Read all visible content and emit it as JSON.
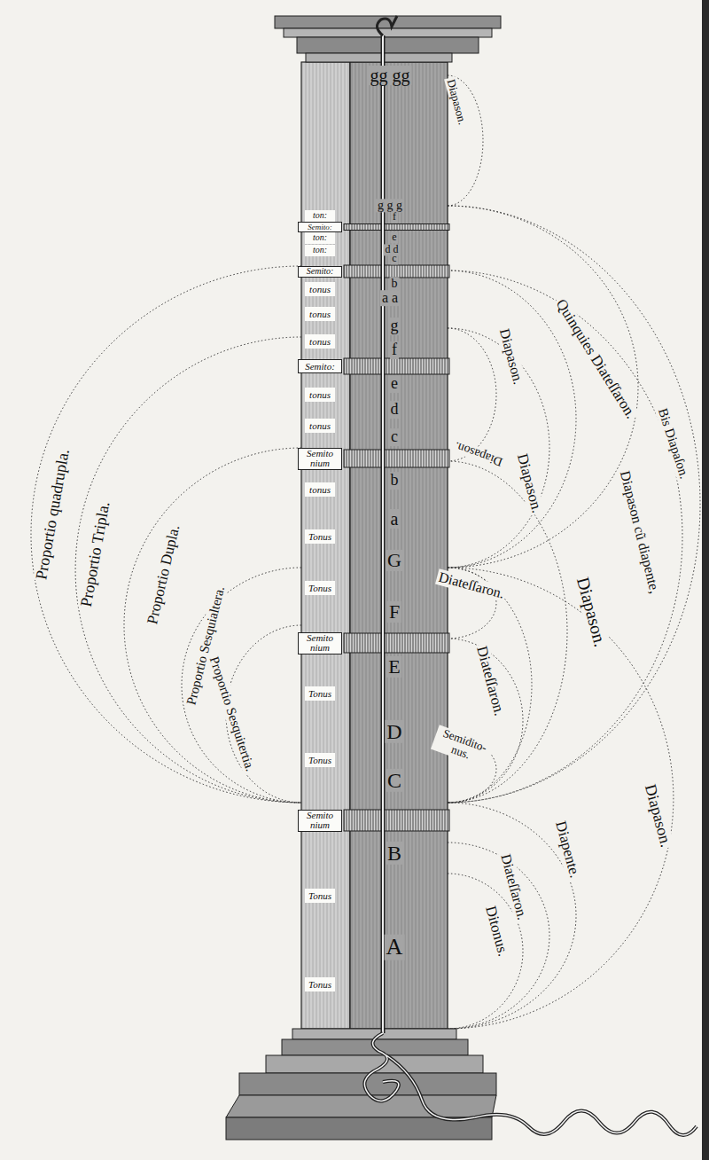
{
  "diagram": {
    "nodes": [
      {
        "text": [
          "ton:"
        ]
      },
      {
        "text": [
          "Semito:"
        ]
      },
      {
        "text": [
          "ton:"
        ]
      },
      {
        "text": [
          "ton:"
        ]
      },
      {
        "text": [
          "Semito:"
        ]
      },
      {
        "text": [
          "tonus"
        ]
      },
      {
        "text": [
          "tonus"
        ]
      },
      {
        "text": [
          "tonus"
        ]
      },
      {
        "text": [
          "Semito:"
        ]
      },
      {
        "text": [
          "tonus"
        ]
      },
      {
        "text": [
          "tonus"
        ]
      },
      {
        "text": [
          "Semito nium"
        ]
      },
      {
        "text": [
          "tonus"
        ]
      },
      {
        "text": [
          "Tonus"
        ]
      },
      {
        "text": [
          "Tonus"
        ]
      },
      {
        "text": [
          "Semito nium"
        ]
      },
      {
        "text": [
          "Tonus"
        ]
      },
      {
        "text": [
          "Tonus"
        ]
      },
      {
        "text": [
          "Semito nium"
        ]
      },
      {
        "text": [
          "Tonus"
        ]
      },
      {
        "text": [
          "Tonus"
        ]
      }
    ],
    "labels": [
      "gg gg",
      "g g g",
      "f",
      "e",
      "d d",
      "c",
      "b",
      "a a",
      "g",
      "f",
      "e",
      "d",
      "c",
      "b",
      "a",
      "G",
      "F",
      "E",
      "D",
      "C",
      "B",
      "A",
      "Diapason.",
      "Quinquies Diateſſaron.",
      "Bis Diapaſon.",
      "Diapason cũ diapente,",
      "Diapason.",
      "Diapason.",
      "Diapason.",
      "Diapason.",
      "Diateſſaron.",
      "Diateſſaron.",
      "Semidito- nus.",
      "Diapente.",
      "Diapason.",
      "Diateſſaron.",
      "Ditonus.",
      "Proportio quadrupla.",
      "Proportio Tripla.",
      "Proportio Dupla.",
      "Proportio Sesquialtera.",
      "Proportio Sesquitertia."
    ]
  }
}
